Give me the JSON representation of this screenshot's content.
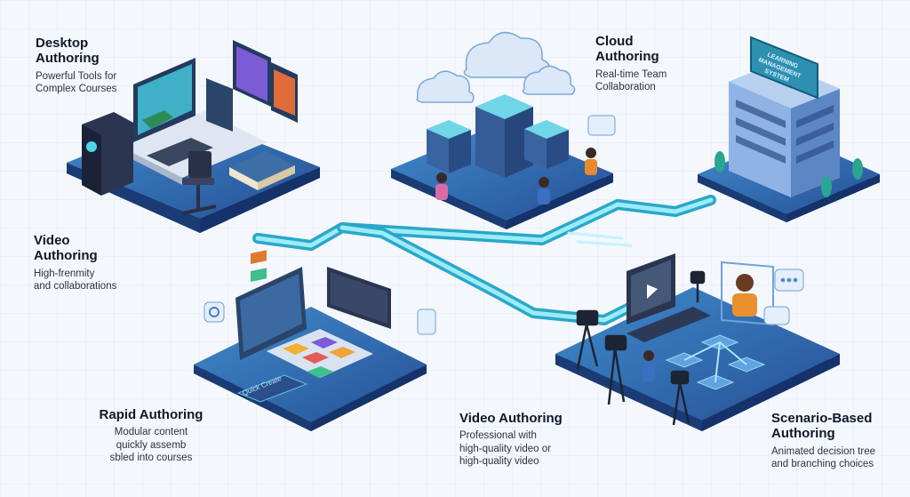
{
  "stations": {
    "desktop": {
      "title_l1": "Desktop",
      "title_l2": "Authoring",
      "sub_l1": "Powerful Tools for",
      "sub_l2": "Complex Courses"
    },
    "cloud": {
      "title_l1": "Cloud",
      "title_l2": "Authoring",
      "sub_l1": "Real-time Team",
      "sub_l2": "Collaboration"
    },
    "video_left": {
      "title_l1": "Video",
      "title_l2": "Authoring",
      "sub_l1": "High-frenmity",
      "sub_l2": "and collaborations"
    },
    "rapid": {
      "title": "Rapid Authoring",
      "sub_l1": "Modular content",
      "sub_l2": "quickly assemb",
      "sub_l3": "sbled into courses"
    },
    "video_center": {
      "title": "Video Authoring",
      "sub_l1": "Professional with",
      "sub_l2": "high-quality video or",
      "sub_l3": "high-quality video"
    },
    "scenario": {
      "title_l1": "Scenario-Based",
      "title_l2": "Authoring",
      "sub_l1": "Animated decision tree",
      "sub_l2": "and branching choices"
    }
  },
  "lms_sign": {
    "l1": "LEARNING",
    "l2": "MANAGEMENT",
    "l3": "SYSTEM"
  },
  "quick_create_label": "Quick Create",
  "colors": {
    "platform_top": "#2f6fb3",
    "platform_side": "#1d3f7a",
    "pipe": "#5ad3e6",
    "accent": "#35c4da"
  },
  "icons": [
    "monitor-icon",
    "pc-tower-icon",
    "keyboard-icon",
    "chair-icon",
    "book-icon",
    "cloud-icon",
    "server-icon",
    "person-icon",
    "building-icon",
    "camera-icon",
    "gear-icon",
    "chat-bubble-icon",
    "play-icon",
    "tree-icon"
  ]
}
